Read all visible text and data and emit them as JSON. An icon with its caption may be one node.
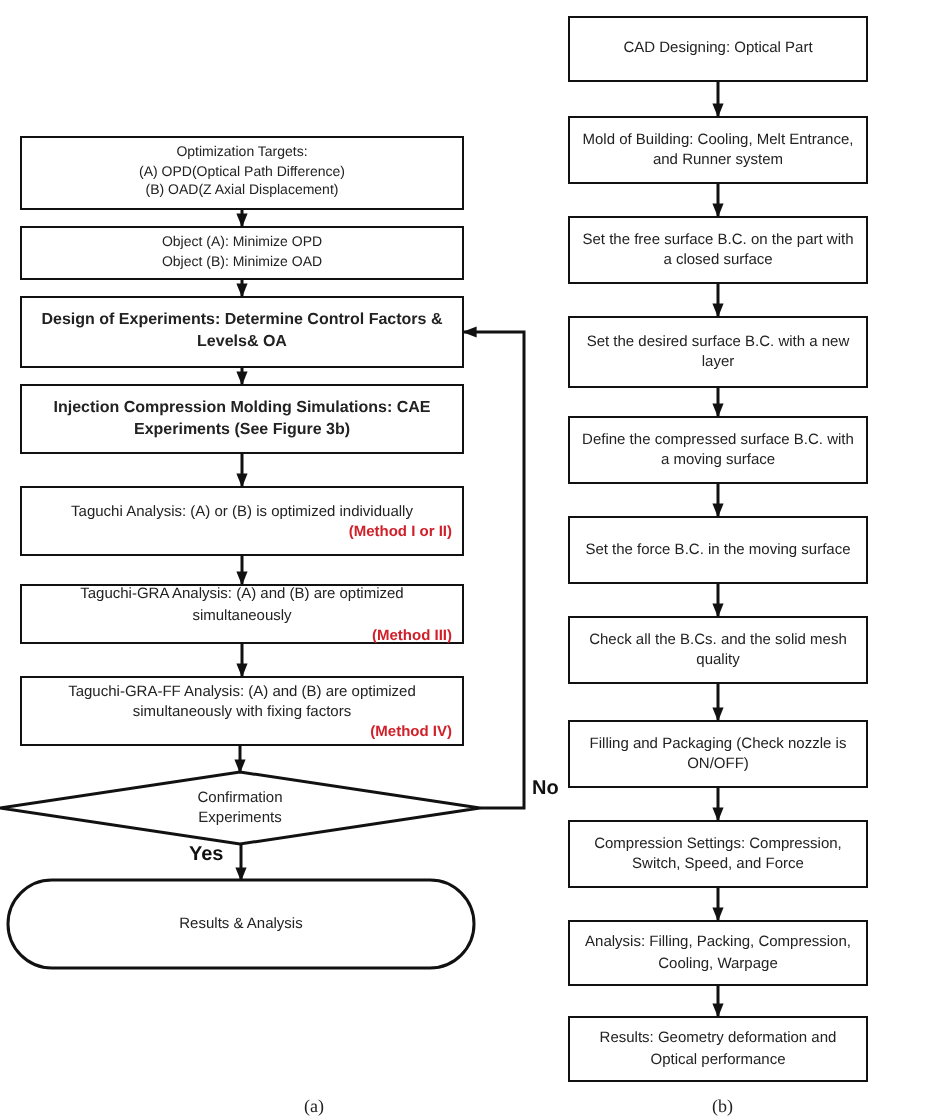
{
  "diagram": {
    "nodes": [
      {
        "text": [
          "Optimization Targets:",
          "(A) OPD(Optical Path Difference)",
          "(B) OAD(Z Axial Displacement)"
        ]
      },
      {
        "text": [
          "Object (A): Minimize OPD",
          "Object (B): Minimize OAD"
        ]
      },
      {
        "text": [
          "Design of Experiments: Determine Control Factors & Levels& OA"
        ]
      },
      {
        "text": [
          "Injection Compression Molding Simulations: CAE Experiments (See Figure 3b)"
        ]
      },
      {
        "text": [
          "Taguchi Analysis: (A) or (B) is optimized individually",
          "(Method I or II)"
        ]
      },
      {
        "text": [
          "Taguchi-GRA Analysis: (A) and (B) are optimized simultaneously",
          "(Method III)"
        ]
      },
      {
        "text": [
          "Taguchi-GRA-FF Analysis: (A) and (B) are optimized simultaneously with fixing factors",
          "(Method IV)"
        ]
      },
      {
        "text": [
          "Confirmation Experiments"
        ]
      },
      {
        "text": [
          "Results & Analysis"
        ]
      },
      {
        "text": [
          "CAD Designing: Optical Part"
        ]
      },
      {
        "text": [
          "Mold of Building: Cooling, Melt Entrance, and Runner system"
        ]
      },
      {
        "text": [
          "Set the free surface B.C. on the part with a closed surface"
        ]
      },
      {
        "text": [
          "Set the desired surface B.C. with a new layer"
        ]
      },
      {
        "text": [
          "Define the compressed surface B.C. with a moving surface"
        ]
      },
      {
        "text": [
          "Set the force B.C. in the moving surface"
        ]
      },
      {
        "text": [
          "Check all the B.Cs. and the solid mesh quality"
        ]
      },
      {
        "text": [
          "Filling and Packaging (Check nozzle is ON/OFF)"
        ]
      },
      {
        "text": [
          "Compression Settings: Compression, Switch, Speed, and Force"
        ]
      },
      {
        "text": [
          "Analysis: Filling, Packing, Compression, Cooling, Warpage"
        ]
      },
      {
        "text": [
          "Results: Geometry deformation and Optical performance"
        ]
      }
    ],
    "edges": [
      {
        "from": 0,
        "to": 1,
        "arrow": "to"
      },
      {
        "from": 1,
        "to": 2,
        "arrow": "to"
      },
      {
        "from": 2,
        "to": 3,
        "arrow": "to"
      },
      {
        "from": 3,
        "to": 4,
        "arrow": "to"
      },
      {
        "from": 4,
        "to": 5,
        "arrow": "to"
      },
      {
        "from": 5,
        "to": 6,
        "arrow": "to"
      },
      {
        "from": 6,
        "to": 7,
        "arrow": "to"
      },
      {
        "from": 7,
        "to": 8,
        "arrow": "to",
        "label": "Yes"
      },
      {
        "from": 7,
        "to": 2,
        "arrow": "to",
        "label": "No"
      },
      {
        "from": 9,
        "to": 10,
        "arrow": "to"
      },
      {
        "from": 10,
        "to": 11,
        "arrow": "to"
      },
      {
        "from": 11,
        "to": 12,
        "arrow": "to"
      },
      {
        "from": 12,
        "to": 13,
        "arrow": "to"
      },
      {
        "from": 13,
        "to": 14,
        "arrow": "to"
      },
      {
        "from": 14,
        "to": 15,
        "arrow": "to"
      },
      {
        "from": 15,
        "to": 16,
        "arrow": "to"
      },
      {
        "from": 16,
        "to": 17,
        "arrow": "to"
      },
      {
        "from": 17,
        "to": 18,
        "arrow": "to"
      },
      {
        "from": 18,
        "to": 19,
        "arrow": "to"
      }
    ],
    "labels": [
      "(a)",
      "(b)"
    ]
  }
}
